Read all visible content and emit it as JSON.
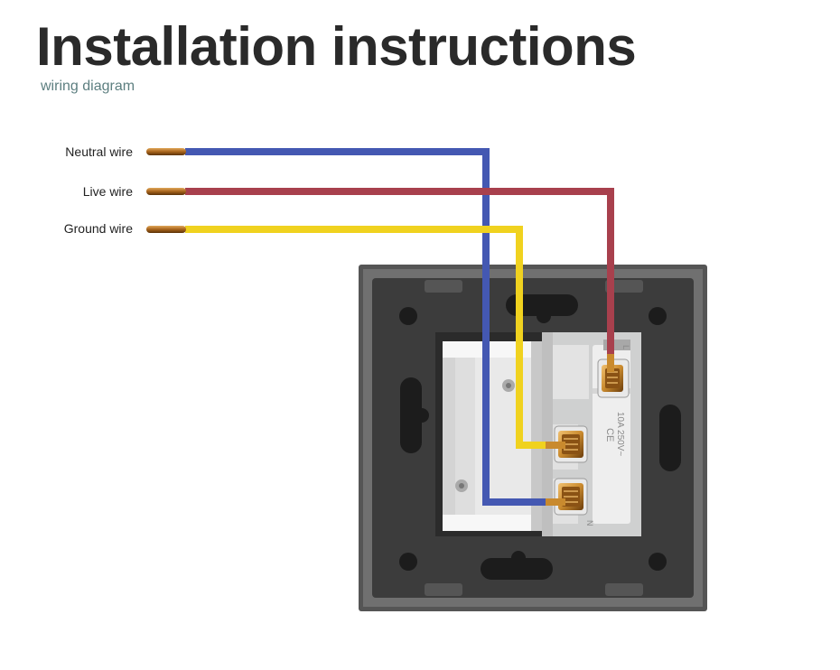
{
  "header": {
    "title": "Installation instructions",
    "subtitle": "wiring diagram"
  },
  "wires": [
    {
      "label": "Neutral wire",
      "color": "#4458b2"
    },
    {
      "label": "Live wire",
      "color": "#a8404d"
    },
    {
      "label": "Ground wire",
      "color": "#f0d21f"
    }
  ],
  "socket": {
    "rating_text": "10A 250V~",
    "ce_mark": "CE",
    "terminal_n": "N",
    "terminal_l": "L",
    "colors": {
      "frame": "#4a4a4a",
      "plate": "#3c3c3c",
      "box": "#e9e9e9",
      "module": "#cfd0d0",
      "brass": "#c98a2e"
    }
  }
}
